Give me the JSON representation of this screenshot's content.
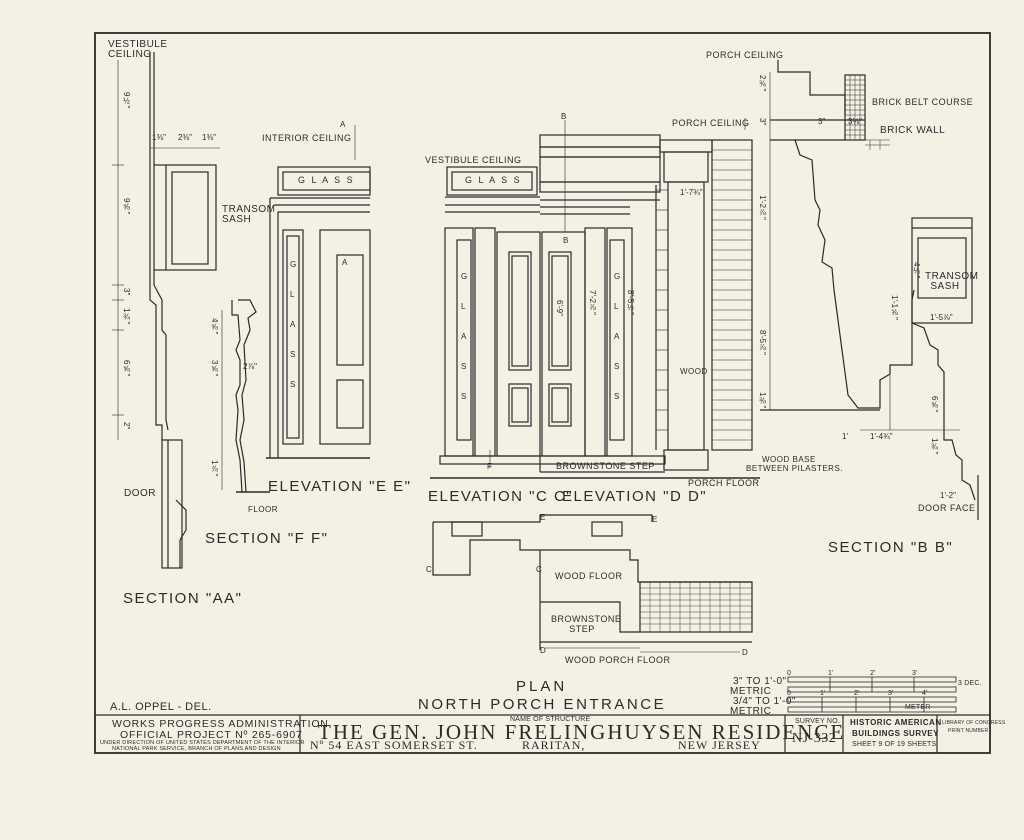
{
  "labels": {
    "vestibule_ceiling_left": "VESTIBULE CEILING",
    "transom_sash_left": "TRANSOM SASH",
    "door": "DOOR",
    "floor": "FLOOR",
    "section_aa": "SECTION \"AA\"",
    "section_ff": "SECTION \"F F\"",
    "interior_ceiling": "INTERIOR CEILING",
    "glass_ee": "G L A S S",
    "elevation_ee": "ELEVATION \"E E\"",
    "vestibule_ceiling_cc": "VESTIBULE CEILING",
    "glass_cc": "G L A S S",
    "porch_ceiling_mid": "PORCH CEILING",
    "porch_ceiling_right": "PORCH CEILING",
    "brick_belt": "BRICK BELT COURSE",
    "brick_wall": "BRICK WALL",
    "wood": "WOOD",
    "brownstone_step": "BROWNSTONE STEP",
    "porch_floor": "PORCH FLOOR",
    "wood_base": "WOOD BASE",
    "between_pilasters": "BETWEEN PILASTERS.",
    "elevation_cc": "ELEVATION \"C C\"",
    "elevation_dd": "ELEVATION \"D D\"",
    "transom_sash_right": "TRANSOM SASH",
    "door_face": "DOOR FACE",
    "section_bb": "SECTION \"B B\"",
    "wood_floor": "WOOD FLOOR",
    "brownstone_step_plan": "BROWNSTONE STEP",
    "wood_porch_floor": "WOOD PORCH FLOOR",
    "meter": "METER",
    "dec": "3 DEC.",
    "plan": "PLAN",
    "north_porch_entrance": "NORTH PORCH ENTRANCE",
    "drafter": "A.L. OPPEL - DEL.",
    "scale1": "3\" TO 1'-0\"",
    "scale1b": "METRIC",
    "scale2": "3/4\" TO 1'-0\"",
    "scale2b": "METRIC"
  },
  "glass_letters": [
    "G",
    "L",
    "A",
    "S",
    "S"
  ],
  "markers": {
    "a_top": "A",
    "a_mid": "A",
    "b_top": "B",
    "b_mid": "B",
    "f_bottom": "F",
    "e_left": "E",
    "e_right": "E",
    "c_left": "C",
    "c_right": "C",
    "d_left": "D",
    "d_right": "D"
  },
  "dimensions": {
    "d1": "9½\"",
    "d2": "1⅜\"",
    "d3": "2⅜\"",
    "d4": "1⅜\"",
    "d5": "9⅝\"",
    "d6": "3\"",
    "d7": "1¾\"",
    "d8": "6⅝\"",
    "d9": "2\"",
    "d10": "4⅝\"",
    "d11": "3⅝\"",
    "d12": "2⅞\"",
    "d13": "1⅞\"",
    "d14": "3\"",
    "d15": "1'-2⅞\"",
    "d16": "8'-5⅞\"",
    "d17": "1'-7¾\"",
    "d18": "7'-2⅞\"",
    "d19": "6'-9\"",
    "d20": "2⅜\"",
    "d21": "3\"",
    "d22": "3⅛\"",
    "d23": "1'-2\"",
    "d24": "8'-5½\"",
    "d25": "1⅜\"",
    "d26": "1'-1⅝\"",
    "d27": "1'-5⅞\"",
    "d28": "6⅝\"",
    "d29": "1'",
    "d30": "1'-4¾\"",
    "d31": "4⅛\"",
    "d32": "1¾\""
  },
  "titleblock": {
    "wpa1": "WORKS PROGRESS ADMINISTRATION",
    "wpa2": "OFFICIAL PROJECT Nº 265-6907",
    "wpa3": "UNDER DIRECTION OF UNITED STATES DEPARTMENT OF THE INTERIOR",
    "wpa4": "NATIONAL PARK SERVICE, BRANCH OF PLANS AND DESIGN",
    "name_caption": "NAME OF STRUCTURE",
    "structure": "THE GEN. JOHN FRELINGHUYSEN RESIDENCE",
    "address": "Nº 54 EAST SOMERSET ST.",
    "city": "RARITAN,",
    "state": "NEW JERSEY",
    "survey_caption": "SURVEY NO.",
    "survey_no": "NJ-332",
    "habs1": "HISTORIC AMERICAN",
    "habs2": "BUILDINGS SURVEY",
    "sheet": "SHEET 9 OF 19 SHEETS",
    "loc1": "LIBRARY OF CONGRESS",
    "loc2": "PRINT NUMBER"
  },
  "scale_marks": {
    "s1": [
      "0",
      "1'",
      "2'",
      "3'"
    ],
    "s2": [
      "0",
      "1'",
      "2'",
      "3'",
      "4'"
    ]
  },
  "colors": {
    "paper": "#f4f0e4",
    "ink": "#2a2a2a"
  }
}
